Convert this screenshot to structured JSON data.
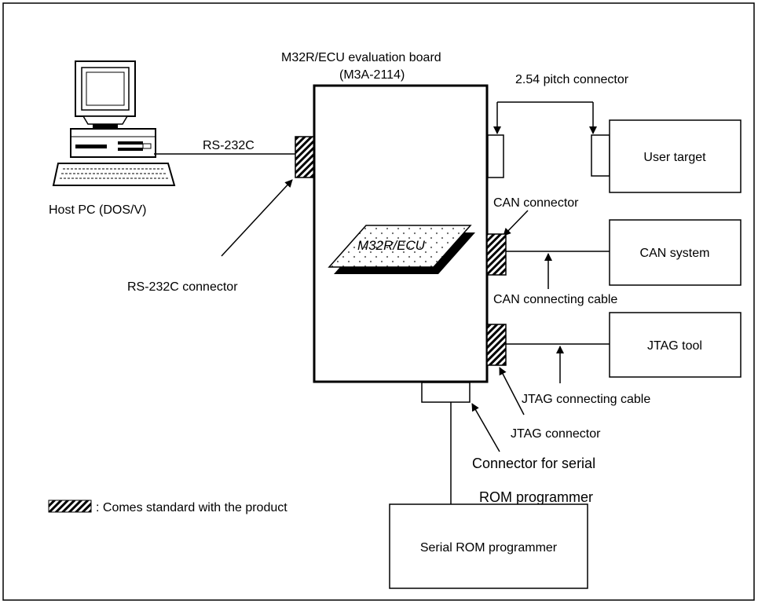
{
  "board": {
    "title": "M32R/ECU evaluation board",
    "model": "(M3A-2114)",
    "chip_label": "M32R/ECU"
  },
  "host": {
    "label": "Host PC (DOS/V)"
  },
  "links": {
    "rs232c": "RS-232C",
    "rs232c_connector": "RS-232C connector",
    "pitch_connector": "2.54 pitch connector",
    "can_connector": "CAN connector",
    "can_cable": "CAN connecting cable",
    "jtag_cable": "JTAG connecting cable",
    "jtag_connector": "JTAG connector",
    "serial_connector_line1": "Connector for serial",
    "serial_connector_line2": "ROM programmer"
  },
  "devices": {
    "user_target": "User target",
    "can_system": "CAN system",
    "jtag_tool": "JTAG tool",
    "serial_rom": "Serial ROM programmer"
  },
  "legend": {
    "text": ": Comes standard with the product"
  }
}
